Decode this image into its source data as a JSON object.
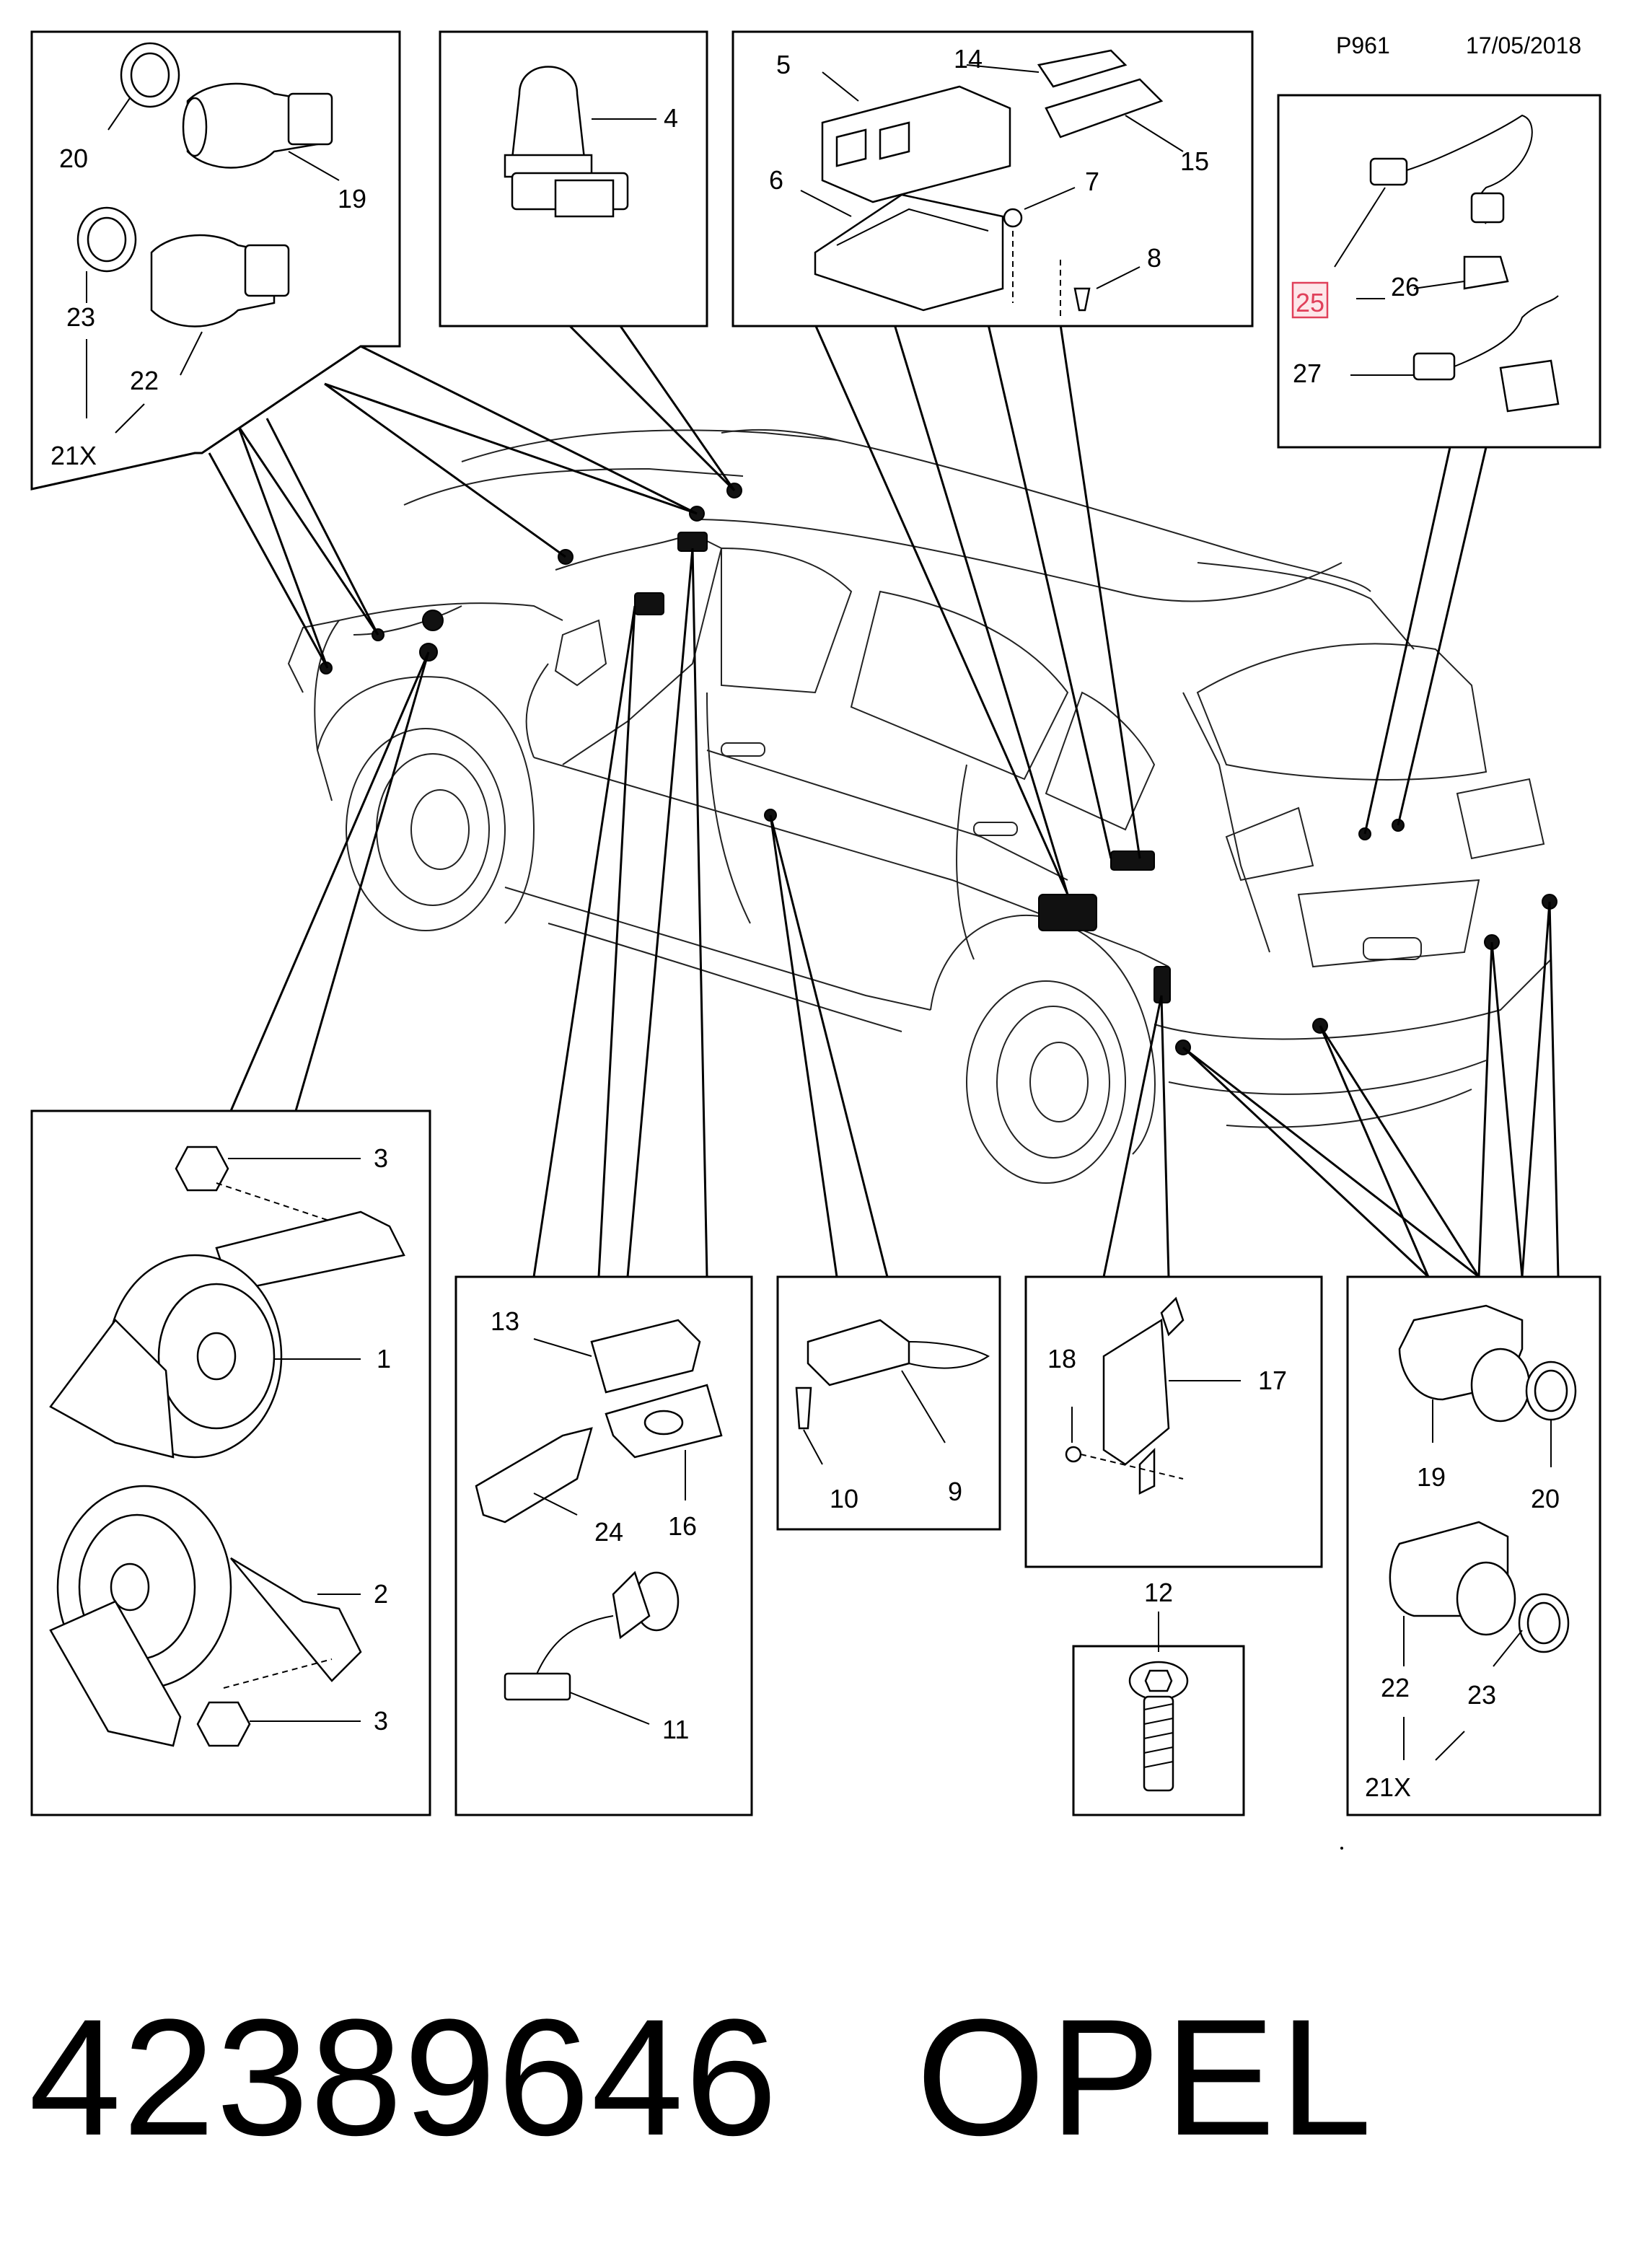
{
  "header": {
    "code": "P961",
    "date": "17/05/2018"
  },
  "callouts": {
    "c1": "1",
    "c2": "2",
    "c3a": "3",
    "c3b": "3",
    "c4": "4",
    "c5": "5",
    "c6": "6",
    "c7": "7",
    "c8": "8",
    "c9": "9",
    "c10": "10",
    "c11": "11",
    "c12": "12",
    "c13": "13",
    "c14": "14",
    "c15": "15",
    "c16": "16",
    "c17": "17",
    "c18": "18",
    "c19a": "19",
    "c19b": "19",
    "c20a": "20",
    "c20b": "20",
    "c21xa": "21X",
    "c21xb": "21X",
    "c22a": "22",
    "c22b": "22",
    "c23a": "23",
    "c23b": "23",
    "c24": "24",
    "c25": "25",
    "c26": "26",
    "c27": "27"
  },
  "highlight": {
    "callout": "25",
    "color": "#e0405a"
  },
  "footer": {
    "part_number": "42389646",
    "brand": "OPEL"
  }
}
